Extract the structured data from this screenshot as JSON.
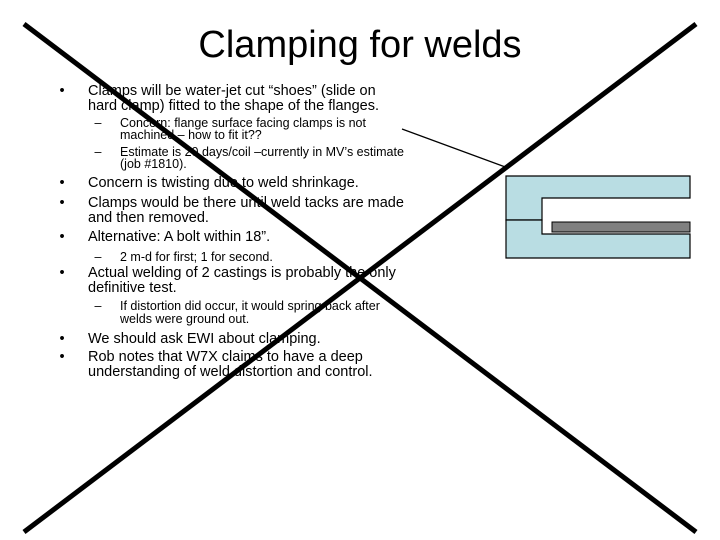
{
  "slide": {
    "title": "Clamping for welds",
    "bullet_glyph": "•",
    "dash_glyph": "–",
    "items": [
      {
        "text_1": "Clamps will be water-jet cut “shoes” (slide on",
        "text_2": "hard clamp) fitted to the shape of the flanges."
      },
      {
        "text_1": "Concern:  flange surface facing clamps is not",
        "text_2": "machined – how to fit it??"
      },
      {
        "text_1": "Estimate is 20 days/coil –currently in MV’s estimate",
        "text_2": "(job #1810)."
      },
      {
        "text_1": "Concern is twisting due to weld shrinkage."
      },
      {
        "text_1": "Clamps would be there until weld tacks are made",
        "text_2": "and then removed."
      },
      {
        "text_1": "Alternative:  A bolt within 18”."
      },
      {
        "text_1": "2 m-d for first;  1 for second."
      },
      {
        "text_1": "Actual welding of 2 castings is probably the only",
        "text_2": "definitive test."
      },
      {
        "text_1": "If distortion did occur, it would spring back after",
        "text_2": "welds were ground out."
      },
      {
        "text_1": "We should ask EWI about clamping."
      },
      {
        "text_1": "Rob notes that W7X claims to have a deep",
        "text_2": "understanding of weld distortion and control."
      }
    ]
  },
  "colors": {
    "text": "#000000",
    "clamp_fill": "#b9dde3",
    "bolt_fill": "#808080",
    "cross_stroke": "#000000",
    "leader_stroke": "#000000",
    "shape_stroke": "#000000"
  }
}
